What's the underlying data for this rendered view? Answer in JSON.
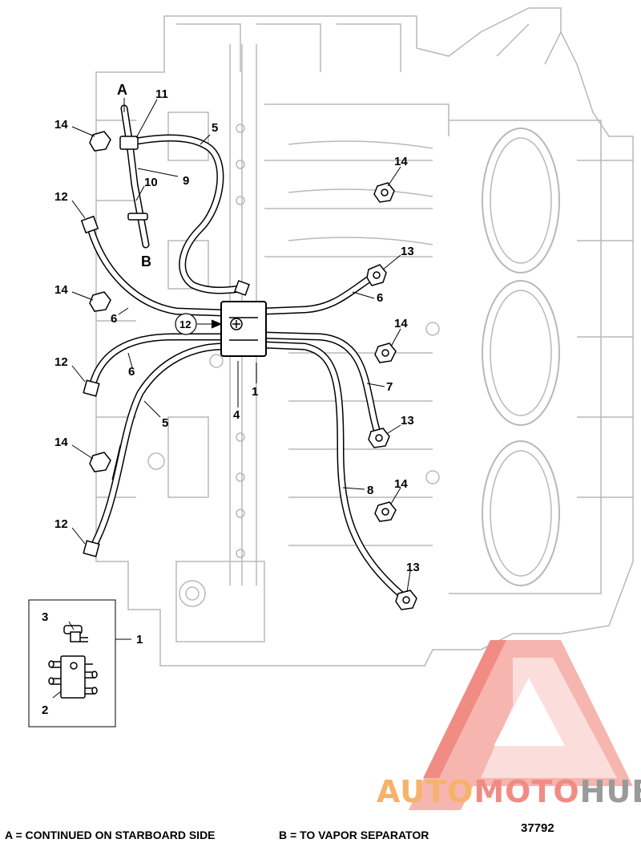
{
  "labels": {
    "A": "A",
    "B": "B",
    "n1": "1",
    "n1b": "1",
    "n2": "2",
    "n3": "3",
    "n4": "4",
    "n5a": "5",
    "n5b": "5",
    "n6a": "6",
    "n6b": "6",
    "n6c": "6",
    "n7": "7",
    "n8": "8",
    "n9": "9",
    "n10": "10",
    "n11": "11",
    "n12a": "12",
    "n12b": "12",
    "n12c": "12",
    "n12d": "12",
    "n13a": "13",
    "n13b": "13",
    "n13c": "13",
    "n14a": "14",
    "n14b": "14",
    "n14c": "14",
    "n14d": "14",
    "n14e": "14",
    "n14f": "14"
  },
  "legend": {
    "a_note": "A = CONTINUED ON STARBOARD SIDE",
    "b_note": "B = TO VAPOR SEPARATOR"
  },
  "figure_number": "37792",
  "watermark": {
    "part1": "AUTO",
    "part2": "MOTO",
    "part3": "HUB",
    "color_orange": "#f6b26b",
    "color_red": "#f08c84",
    "color_gray": "#9a9a9a"
  }
}
